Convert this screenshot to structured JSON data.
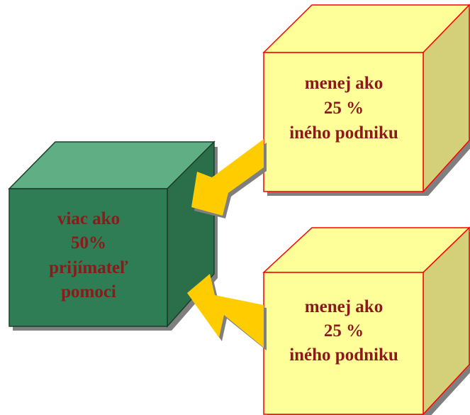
{
  "diagram": {
    "main_cube": {
      "lines": [
        "viac ako",
        "50%",
        "prijímateľ",
        "pomoci"
      ],
      "color_front": "#2e7d55",
      "color_top": "#5fae84",
      "color_side": "#2a6f4a",
      "border": "#1b3d2a"
    },
    "top_cube": {
      "lines": [
        "menej ako",
        "25 %",
        "iného podniku"
      ],
      "color_front": "#ffff99",
      "color_top": "#ffff99",
      "color_side": "#d4d07a",
      "border": "#ff0000"
    },
    "bottom_cube": {
      "lines": [
        "menej ako",
        "25 %",
        "iného podniku"
      ],
      "color_front": "#ffff99",
      "color_top": "#ffff99",
      "color_side": "#d4d07a",
      "border": "#ff0000"
    },
    "arrow_color": "#ffcc00",
    "shadow_color": "#7f7f7f"
  }
}
